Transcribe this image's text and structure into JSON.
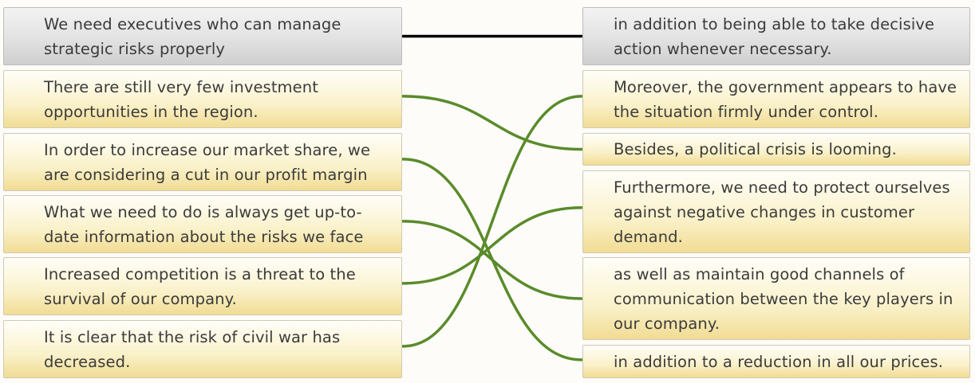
{
  "colors": {
    "correct_link": "#5a8b2a",
    "selected_link": "#000000",
    "card_gold": "#f1dc93",
    "card_grey": "#cfcfcf"
  },
  "left_items": [
    {
      "id": "L1",
      "text": "We need executives who can manage strategic risks properly",
      "state": "selected"
    },
    {
      "id": "L2",
      "text": "There are still very few investment opportunities in the region.",
      "state": "normal"
    },
    {
      "id": "L3",
      "text": "In order to increase our market share, we are considering a cut in our profit margin",
      "state": "normal"
    },
    {
      "id": "L4",
      "text": "What we need to do is always get up-to-date information about the risks we face",
      "state": "normal"
    },
    {
      "id": "L5",
      "text": "Increased competition is a threat to the survival of our company.",
      "state": "normal"
    },
    {
      "id": "L6",
      "text": "It is clear that the risk of civil war has decreased.",
      "state": "normal"
    }
  ],
  "right_items": [
    {
      "id": "R1",
      "text": "in addition to being able to take decisive action whenever necessary.",
      "state": "selected"
    },
    {
      "id": "R2",
      "text": "Moreover, the government appears to have the situation firmly under control.",
      "state": "normal"
    },
    {
      "id": "R3",
      "text": "Besides, a political crisis is looming.",
      "state": "normal"
    },
    {
      "id": "R4",
      "text": "Furthermore, we need to protect ourselves against negative changes in customer demand.",
      "state": "normal"
    },
    {
      "id": "R5",
      "text": "as well as maintain good channels of communication between the key players in our company.",
      "state": "normal"
    },
    {
      "id": "R6",
      "text": "in addition to a reduction in all our prices.",
      "state": "normal"
    }
  ],
  "links": [
    {
      "from": "L1",
      "to": "R1",
      "type": "selected"
    },
    {
      "from": "L2",
      "to": "R3",
      "type": "correct"
    },
    {
      "from": "L3",
      "to": "R6",
      "type": "correct"
    },
    {
      "from": "L4",
      "to": "R5",
      "type": "correct"
    },
    {
      "from": "L5",
      "to": "R4",
      "type": "correct"
    },
    {
      "from": "L6",
      "to": "R2",
      "type": "correct"
    }
  ]
}
